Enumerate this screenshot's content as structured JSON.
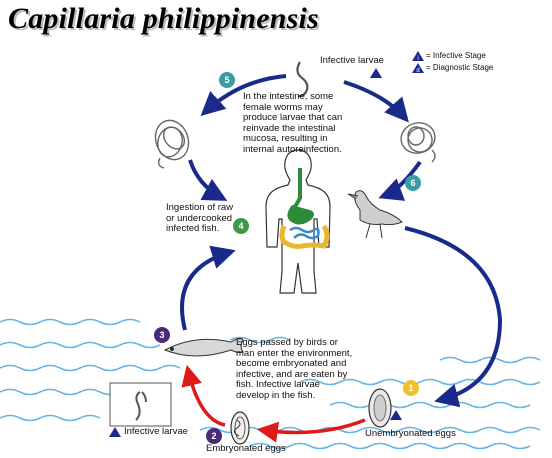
{
  "title": "Capillaria philippinensis",
  "legend": {
    "infective": "= Infective Stage",
    "diagnostic": "= Diagnostic Stage",
    "infective_mark": "i",
    "diagnostic_mark": "d"
  },
  "labels": {
    "infective_larvae_top": "Infective larvae",
    "autoinfection": "In the intestine, some\nfemale worms may\nproduce larvae that can\nreinvade the intestinal\nmucosa, resulting in\ninternal autoreinfection.",
    "ingestion": "Ingestion of raw\nor undercooked\ninfected fish.",
    "eggs_passed": "Eggs passed by birds or\nman enter the environment,\nbecome embryonated and\ninfective, and are eaten by\nfish.  Infective larvae\ndevelop in the fish.",
    "unembryonated": "Unembryonated eggs",
    "embryonated": "Embryonated eggs",
    "infective_larvae_bottom": "Infective larvae"
  },
  "steps": {
    "s1": "1",
    "s2": "2",
    "s3": "3",
    "s4": "4",
    "s5": "5",
    "s6": "6"
  },
  "colors": {
    "cycle_arrow": "#1a2a8c",
    "red_arrow": "#e01818",
    "step_teal": "#3a9ea0",
    "step_green": "#3a9a4a",
    "step_purple": "#4a2a7a",
    "step_yellow": "#f2c02c",
    "water": "#4fa8e0",
    "gut_green": "#2e8b3a",
    "gut_yellow": "#e8b830",
    "gut_blue": "#3a8ad0"
  }
}
